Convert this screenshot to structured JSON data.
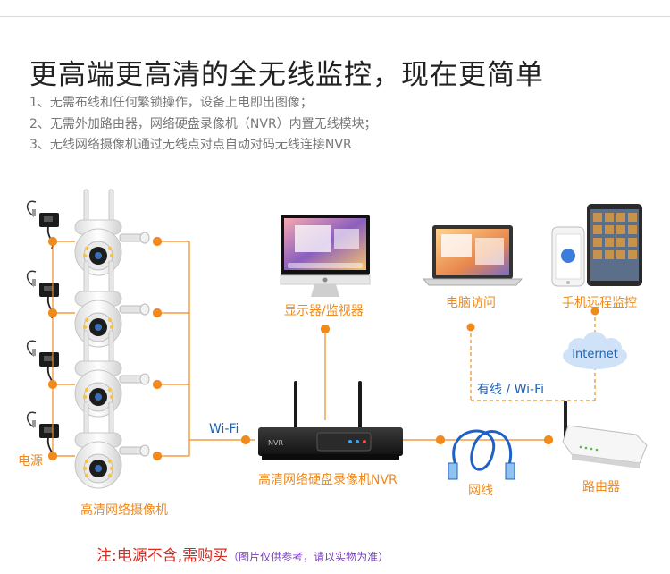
{
  "header": {
    "title": "更高端更高清的全无线监控，现在更简单",
    "points": [
      "1、无需布线和任何繁锁操作，设备上电即出图像；",
      "2、无需外加路由器，网络硬盘录像机（NVR）内置无线模块；",
      "3、无线网络摄像机通过无线点对点自动对码无线连接NVR"
    ]
  },
  "diagram": {
    "power_label": "电源",
    "camera_label": "高清网络摄像机",
    "wifi_label": "Wi-Fi",
    "monitor_label": "显示器/监视器",
    "nvr_label": "高清网络硬盘录像机NVR",
    "laptop_label": "电脑访问",
    "wired_wifi_label": "有线 / Wi-Fi",
    "phone_label": "手机远程监控",
    "internet_label": "Internet",
    "cable_label": "网线",
    "router_label": "路由器",
    "nvr_brand": "NVR"
  },
  "footer": {
    "note": "注:电源不含,需购买",
    "note_sub": "（图片仅供参考，请以实物为准）"
  },
  "colors": {
    "orange": "#f08a1c",
    "blue": "#1f63b6",
    "red": "#e2261b",
    "purple": "#7a3fc0"
  }
}
